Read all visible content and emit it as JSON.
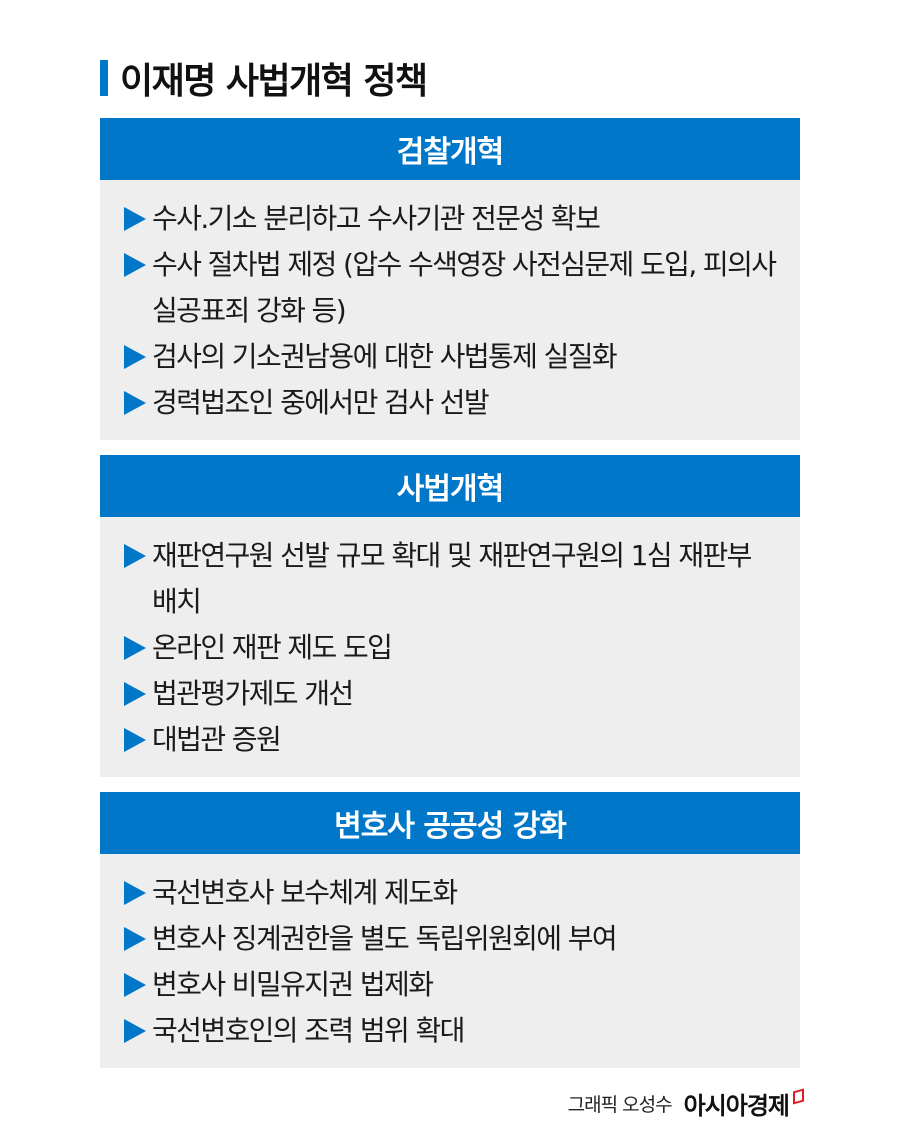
{
  "title": "이재명 사법개혁 정책",
  "accent_color": "#0077c8",
  "sections": [
    {
      "heading": "검찰개혁",
      "items": [
        "수사.기소 분리하고 수사기관 전문성 확보",
        "수사 절차법 제정 (압수 수색영장 사전심문제 도입, 피의사실공표죄 강화 등)",
        "검사의 기소권남용에 대한 사법통제 실질화",
        "경력법조인 중에서만 검사 선발"
      ]
    },
    {
      "heading": "사법개혁",
      "items": [
        "재판연구원 선발 규모 확대 및 재판연구원의 1심 재판부 배치",
        "온라인 재판 제도 도입",
        "법관평가제도 개선",
        "대법관 증원"
      ]
    },
    {
      "heading": "변호사 공공성 강화",
      "items": [
        "국선변호사 보수체계 제도화",
        "변호사 징계권한을 별도 독립위원회에 부여",
        "변호사 비밀유지권 법제화",
        "국선변호인의 조력 범위 확대"
      ]
    }
  ],
  "credit": {
    "byline": "그래픽 오성수",
    "brand": "아시아경제"
  }
}
